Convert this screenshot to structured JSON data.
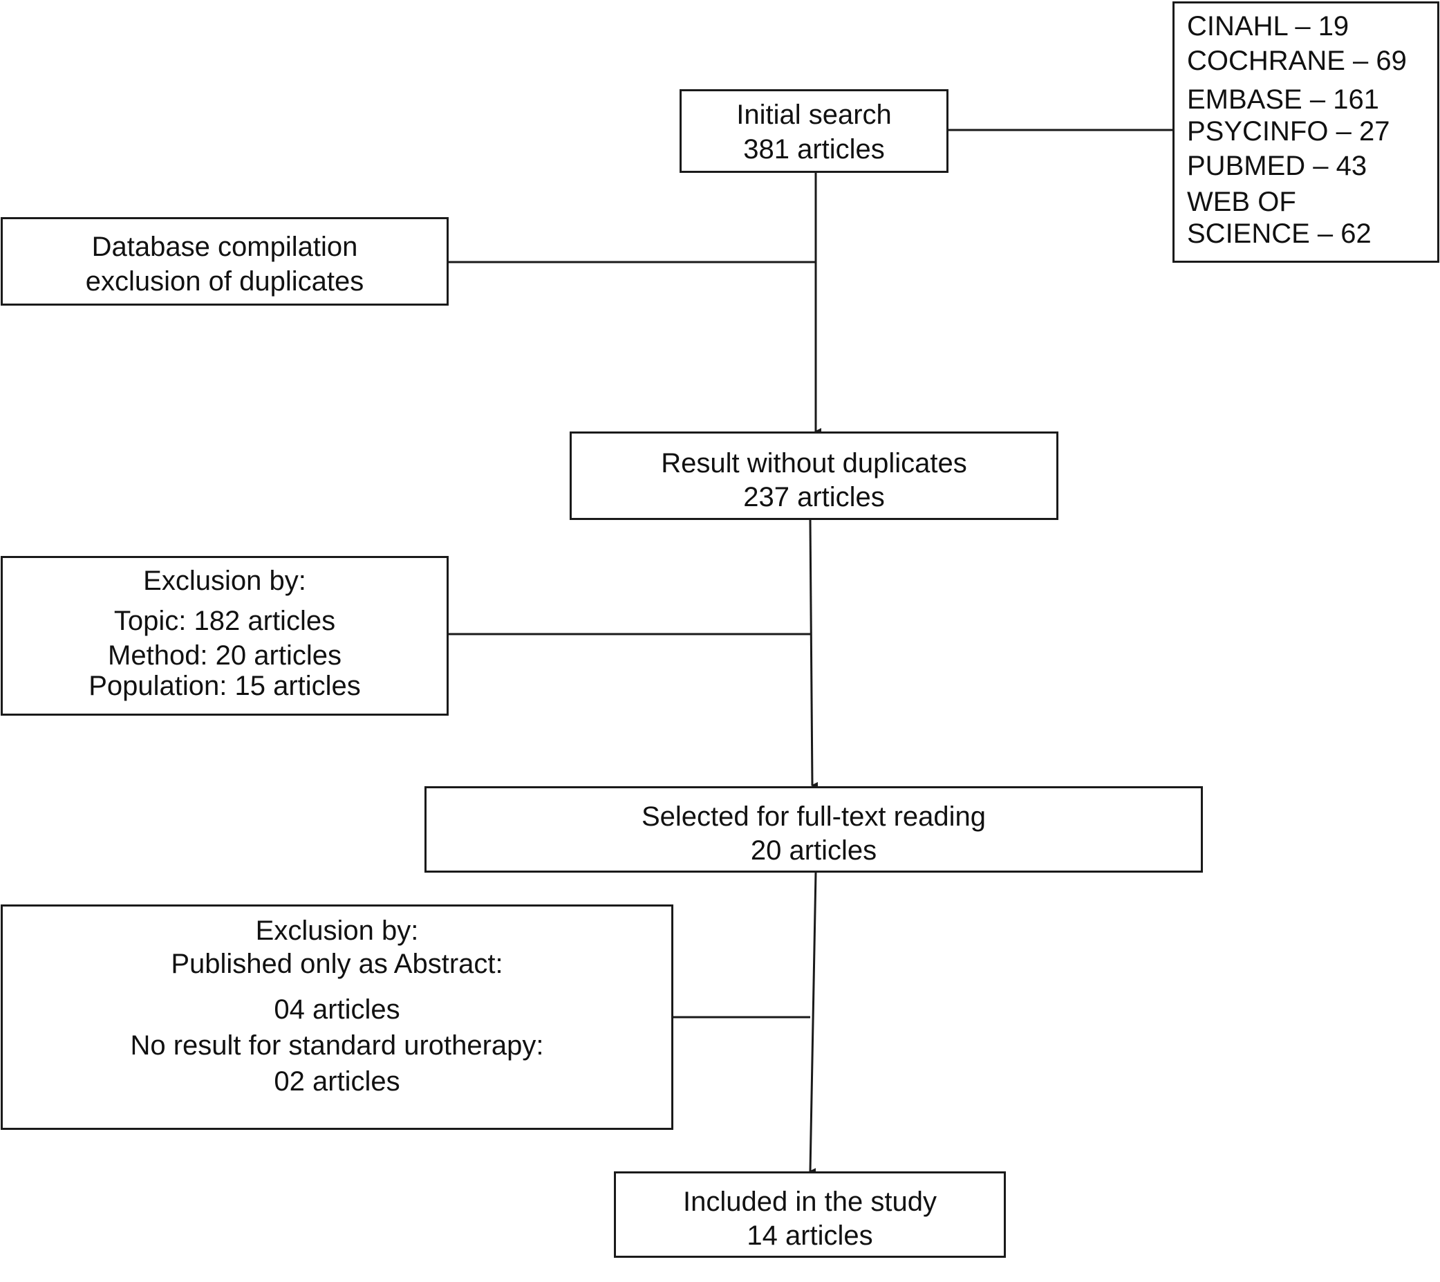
{
  "databases": [
    "CINAHL – 19",
    "COCHRANE – 69",
    "EMBASE – 161",
    "PSYCINFO – 27",
    "PUBMED – 43",
    "WEB OF",
    "SCIENCE – 62"
  ],
  "initial": {
    "title": "Initial search",
    "count": "381 articles"
  },
  "compilation": {
    "line1": "Database compilation",
    "line2": "exclusion of duplicates"
  },
  "dedup": {
    "title": "Result without duplicates",
    "count": "237 articles"
  },
  "exclusion1": {
    "heading": "Exclusion by:",
    "topic": "Topic: 182 articles",
    "method": "Method: 20 articles",
    "population": "Population: 15 articles"
  },
  "fulltext": {
    "title": "Selected for full-text reading",
    "count": "20 articles"
  },
  "exclusion2": {
    "heading": "Exclusion by:",
    "abstract": "Published only as Abstract:",
    "abstract_count": "04 articles",
    "urotherapy": "No result for standard urotherapy:",
    "urotherapy_count": "02 articles"
  },
  "included": {
    "title": "Included in the study",
    "count": "14 articles"
  }
}
